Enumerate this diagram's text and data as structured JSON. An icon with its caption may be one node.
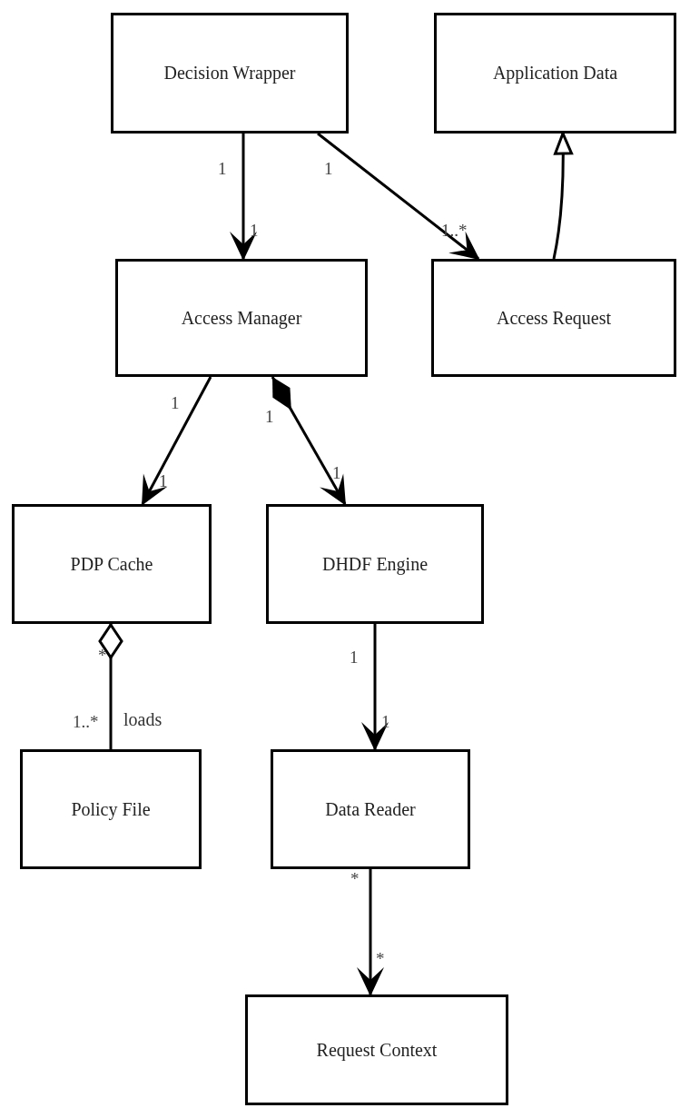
{
  "diagram": {
    "nodes": [
      {
        "text": [
          "Decision Wrapper"
        ]
      },
      {
        "text": [
          "Application Data"
        ]
      },
      {
        "text": [
          "Access Manager"
        ]
      },
      {
        "text": [
          "Access Request"
        ]
      },
      {
        "text": [
          "PDP Cache"
        ]
      },
      {
        "text": [
          "DHDF Engine"
        ]
      },
      {
        "text": [
          "Policy File"
        ]
      },
      {
        "text": [
          "Data Reader"
        ]
      },
      {
        "text": [
          "Request Context"
        ]
      }
    ],
    "edges": [
      {
        "from": 0,
        "to": 2,
        "arrow": "to"
      },
      {
        "from": 0,
        "to": 3,
        "arrow": "to"
      },
      {
        "from": 3,
        "to": 1,
        "arrow": "to"
      },
      {
        "from": 2,
        "to": 4,
        "arrow": "to"
      },
      {
        "from": 2,
        "to": 5,
        "arrow": "to"
      },
      {
        "from": 4,
        "to": 6,
        "arrow": "other",
        "label": "loads"
      },
      {
        "from": 5,
        "to": 7,
        "arrow": "to"
      },
      {
        "from": 7,
        "to": 8,
        "arrow": "to"
      }
    ],
    "labels": [
      "1",
      "1",
      "1",
      "1..*",
      "1",
      "1",
      "1",
      "1",
      "*",
      "1",
      "1..*",
      "1",
      "*",
      "*"
    ]
  }
}
